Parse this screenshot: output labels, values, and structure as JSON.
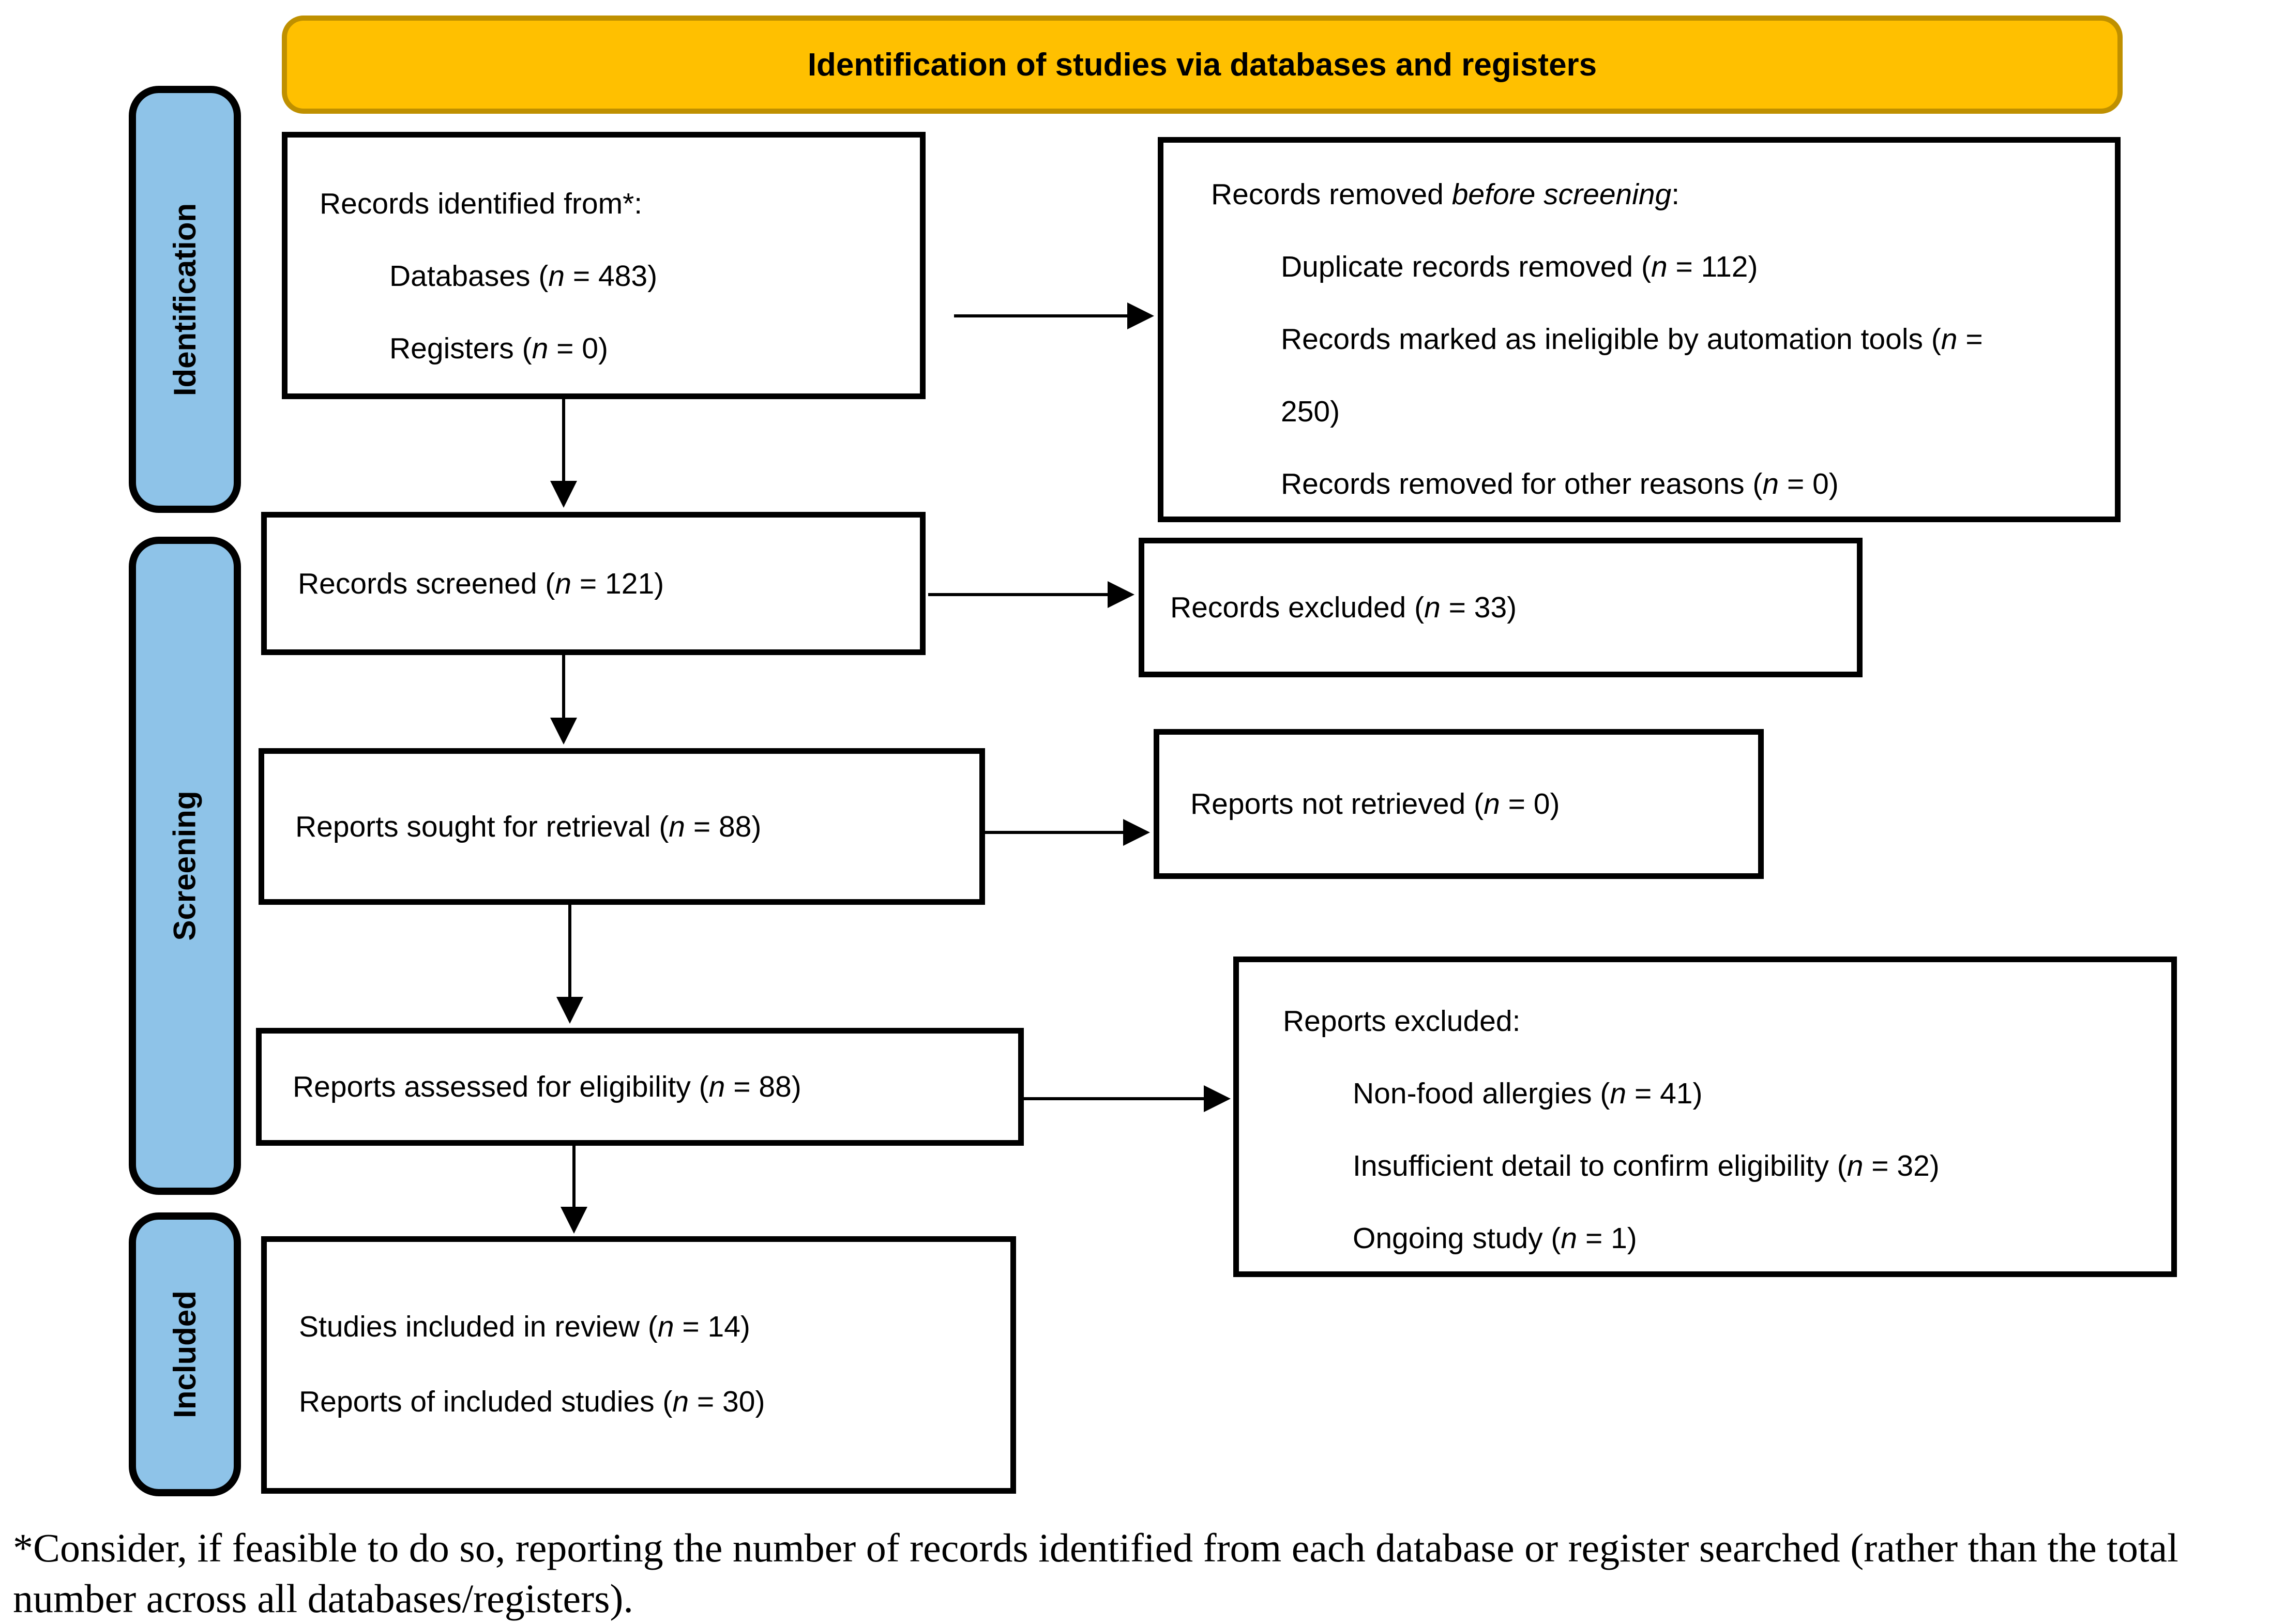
{
  "colors": {
    "banner_fill": "#FFC000",
    "banner_border": "#BF9000",
    "stage_fill": "#8EC3E8",
    "box_border": "#000000",
    "arrow": "#000000"
  },
  "banner": {
    "title": "Identification of studies via databases and registers"
  },
  "stages": {
    "identification": {
      "label": "Identification"
    },
    "screening": {
      "label": "Screening"
    },
    "included": {
      "label": "Included"
    }
  },
  "boxes": {
    "records_identified": {
      "lines": [
        {
          "text": "Records identified from*:",
          "indent": 0
        },
        {
          "text": "Databases ({i}n{/i} = 483)",
          "indent": 1
        },
        {
          "text": "Registers ({i}n{/i} = 0)",
          "indent": 1
        }
      ]
    },
    "records_removed": {
      "lines": [
        {
          "text": "Records removed {i}before screening{/i}:",
          "indent": 0
        },
        {
          "text": "Duplicate records removed ({i}n{/i} = 112)",
          "indent": 1
        },
        {
          "text": "Records marked as ineligible by automation tools ({i}n{/i} =",
          "indent": 1
        },
        {
          "text": "250)",
          "indent": 1
        },
        {
          "text": "Records removed for other reasons ({i}n{/i} = 0)",
          "indent": 1
        }
      ]
    },
    "records_screened": {
      "lines": [
        {
          "text": "Records screened ({i}n{/i} = 121)",
          "indent": 0
        }
      ]
    },
    "records_excluded": {
      "lines": [
        {
          "text": "Records excluded ({i}n{/i} = 33)",
          "indent": 0
        }
      ]
    },
    "reports_sought": {
      "lines": [
        {
          "text": "Reports sought for retrieval ({i}n{/i} = 88)",
          "indent": 0
        }
      ]
    },
    "reports_not_retrieved": {
      "lines": [
        {
          "text": "Reports not retrieved ({i}n{/i} = 0)",
          "indent": 0
        }
      ]
    },
    "reports_assessed": {
      "lines": [
        {
          "text": "Reports assessed for eligibility ({i}n{/i} = 88)",
          "indent": 0
        }
      ]
    },
    "reports_excluded": {
      "lines": [
        {
          "text": "Reports excluded:",
          "indent": 0
        },
        {
          "text": "Non-food allergies ({i}n{/i} = 41)",
          "indent": 1
        },
        {
          "text": "Insufficient detail to confirm eligibility ({i}n{/i} = 32)",
          "indent": 1
        },
        {
          "text": "Ongoing study ({i}n{/i} = 1)",
          "indent": 1
        }
      ]
    },
    "studies_included": {
      "lines": [
        {
          "text": "Studies included in review ({i}n{/i} = 14)",
          "indent": 0
        },
        {
          "text": "Reports of included studies ({i}n{/i} = 30)",
          "indent": 0
        }
      ]
    }
  },
  "footnote": "*Consider, if feasible to do so, reporting the number of records identified from each database or register searched (rather than the total number across all databases/registers)."
}
